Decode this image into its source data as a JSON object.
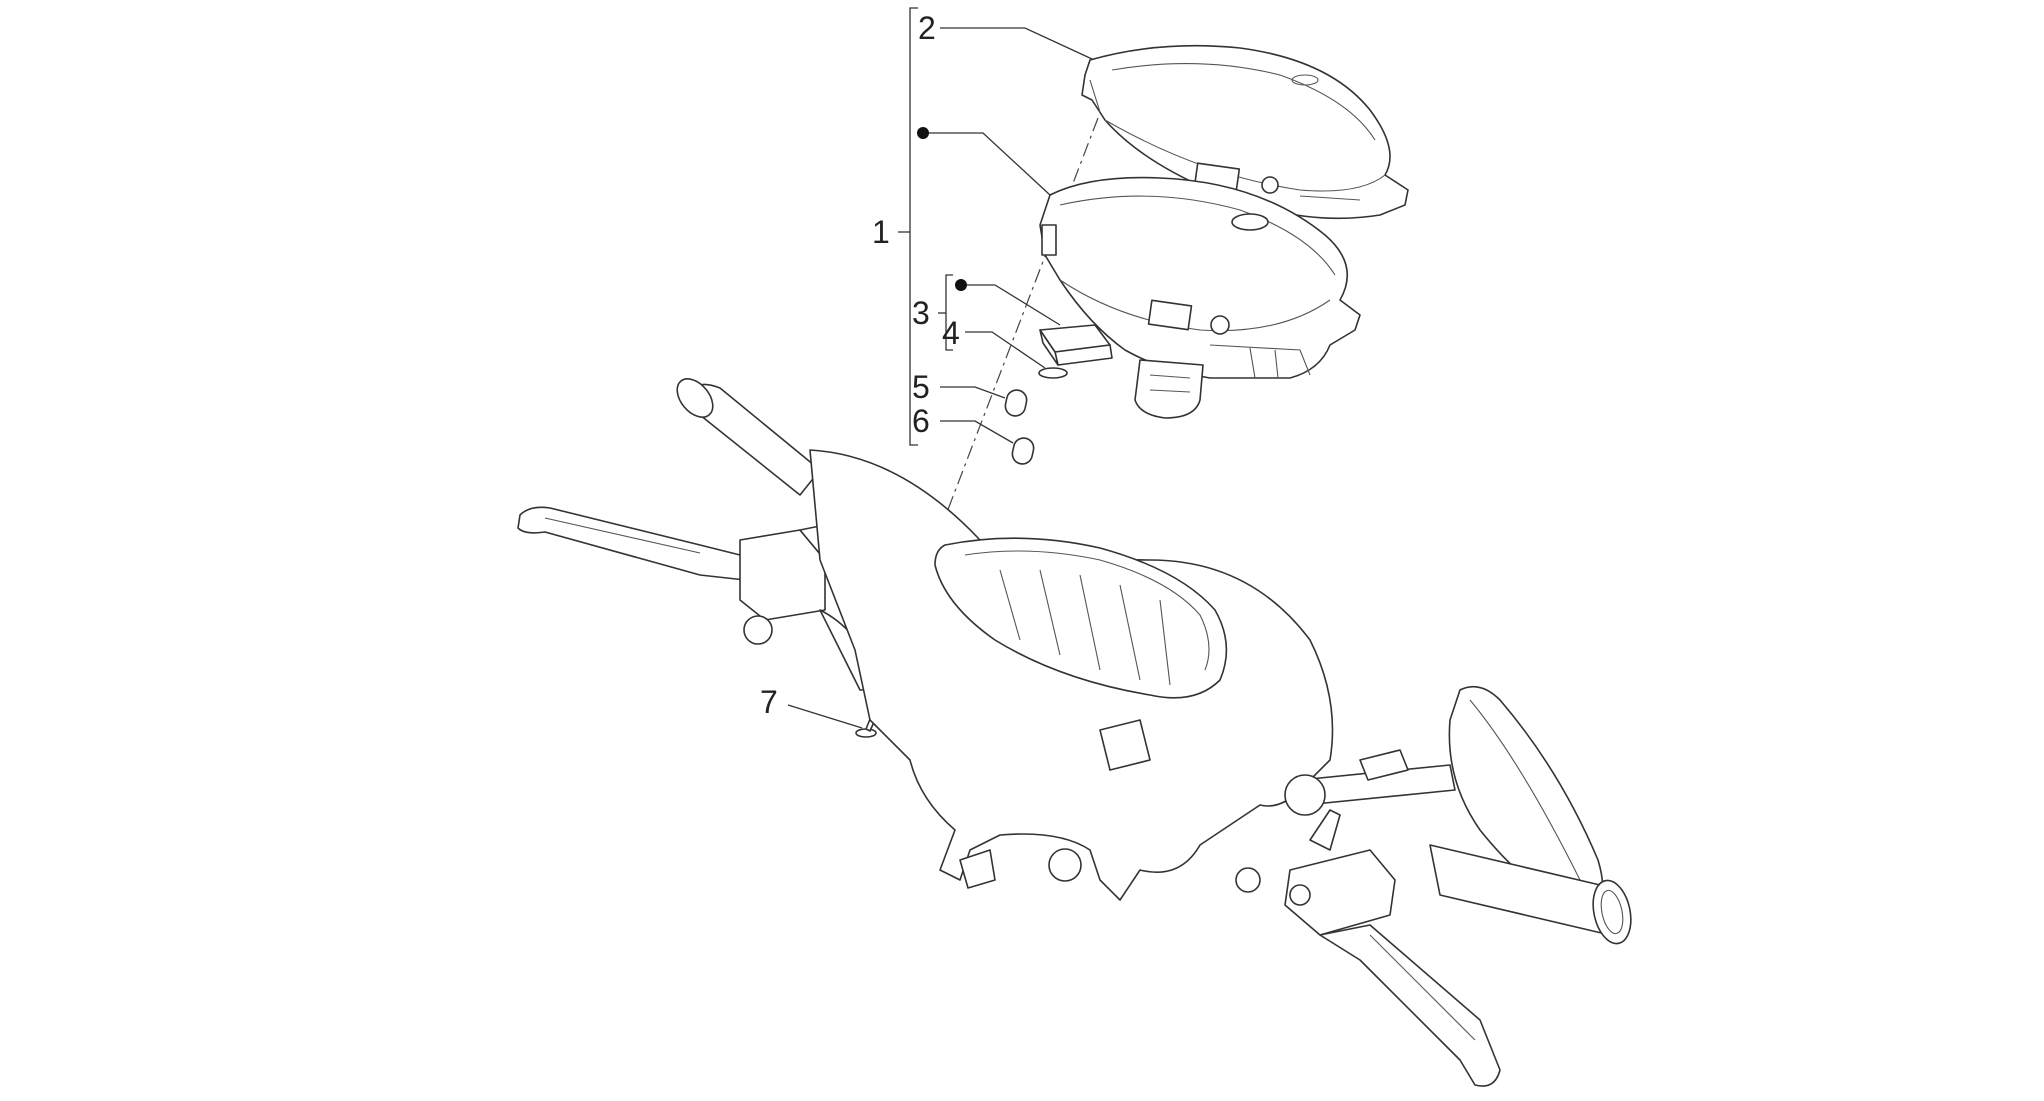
{
  "diagram": {
    "callouts": [
      {
        "id": "1",
        "label": "1"
      },
      {
        "id": "2",
        "label": "2"
      },
      {
        "id": "3",
        "label": "3"
      },
      {
        "id": "4",
        "label": "4"
      },
      {
        "id": "5",
        "label": "5"
      },
      {
        "id": "6",
        "label": "6"
      },
      {
        "id": "7",
        "label": "7"
      }
    ],
    "colors": {
      "line": "#333333",
      "background": "#ffffff"
    }
  }
}
